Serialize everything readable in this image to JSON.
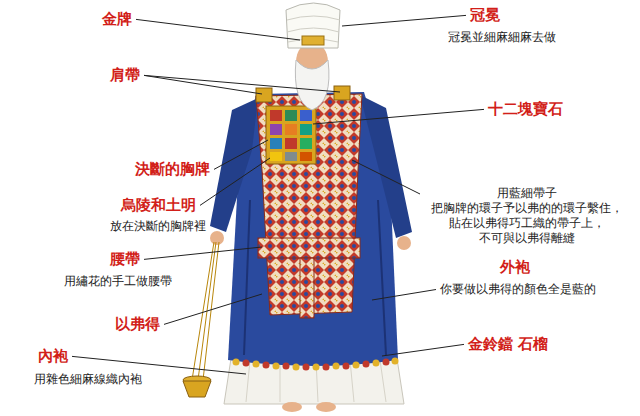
{
  "diagram": {
    "labels": [
      "金牌",
      "冠冕",
      "冠冕並細麻細麻去做",
      "肩帶",
      "十二塊寶石",
      "決斷的胸牌",
      "烏陵和土明",
      "放在決斷的胸牌裡",
      "腰帶",
      "用繡花的手工做腰帶",
      "以弗得",
      "內袍",
      "用雜色細麻線織內袍",
      "用藍細帶子 把胸牌的環子予以弗的的環子繫住， 貼在以弗得巧工織的帶子上， 不可與以弗得離縫",
      "外袍",
      "你要做以弗得的顏色全是藍的",
      "金鈴鐺 石榴"
    ]
  }
}
